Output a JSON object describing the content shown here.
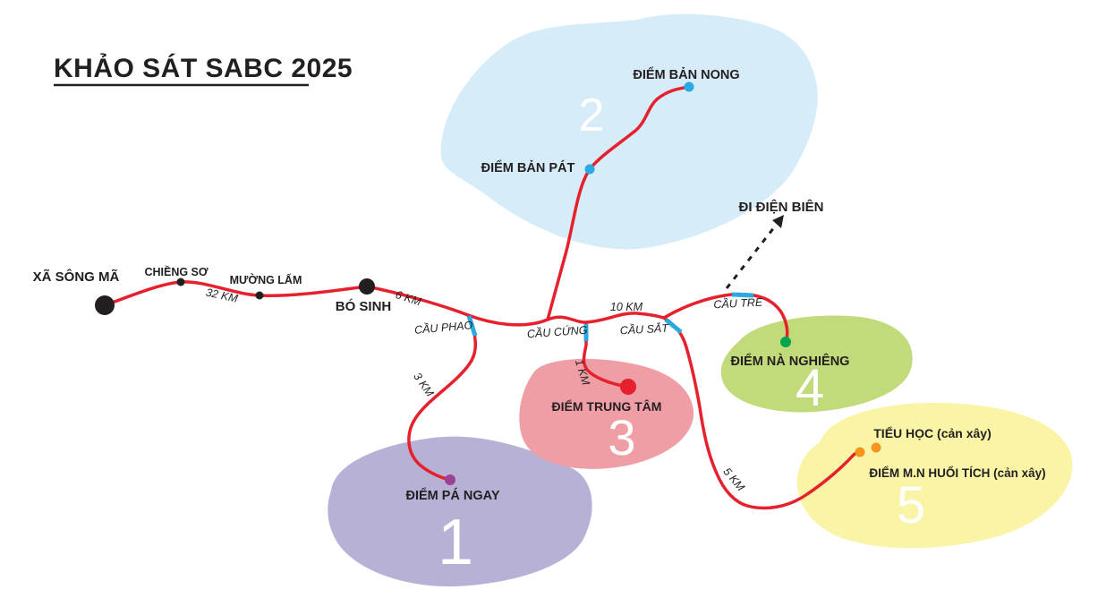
{
  "title": "KHẢO SÁT SABC 2025",
  "colors": {
    "road": "#e6212e",
    "bridge": "#29abe2",
    "settlement": "#231f20",
    "text": "#231f20",
    "zone_number": "#ffffff"
  },
  "route": {
    "settlements": [
      {
        "name": "XÃ SÔNG MÃ"
      },
      {
        "name": "CHIỀNG SƠ"
      },
      {
        "name": "MƯỜNG LẤM"
      },
      {
        "name": "BÓ SINH"
      }
    ],
    "bridges": [
      {
        "name": "CẦU PHAO"
      },
      {
        "name": "CẦU CỨNG"
      },
      {
        "name": "CẦU SẮT"
      },
      {
        "name": "CẦU TRE"
      }
    ],
    "distances": [
      {
        "value": "32 KM"
      },
      {
        "value": "6 KM"
      },
      {
        "value": "10 KM"
      },
      {
        "value": "3 KM"
      },
      {
        "value": "1 KM"
      },
      {
        "value": "5 KM"
      }
    ],
    "destination": {
      "name": "ĐI ĐIỆN BIÊN"
    }
  },
  "zones": [
    {
      "number": "1",
      "color": "#b7b1d6",
      "points": [
        {
          "name": "ĐIỂM PÁ NGAY",
          "dot_color": "#9b3f97"
        }
      ]
    },
    {
      "number": "2",
      "color": "#d6ecf9",
      "points": [
        {
          "name": "ĐIỂM BẢN NONG",
          "dot_color": "#29abe2"
        },
        {
          "name": "ĐIỂM BẢN PÁT",
          "dot_color": "#29abe2"
        }
      ]
    },
    {
      "number": "3",
      "color": "#f09ea6",
      "points": [
        {
          "name": "ĐIỂM TRUNG TÂM",
          "dot_color": "#e6212e"
        }
      ]
    },
    {
      "number": "4",
      "color": "#c1da7a",
      "points": [
        {
          "name": "ĐIỂM NÀ NGHIÊNG",
          "dot_color": "#00a551"
        }
      ]
    },
    {
      "number": "5",
      "color": "#faf4a6",
      "points": [
        {
          "name": "TIỂU HỌC (cản xây)",
          "dot_color": "#f7941e"
        },
        {
          "name": "ĐIỂM M.N HUỔI TÍCH (cản xây)",
          "dot_color": "#f7941e"
        }
      ]
    }
  ]
}
